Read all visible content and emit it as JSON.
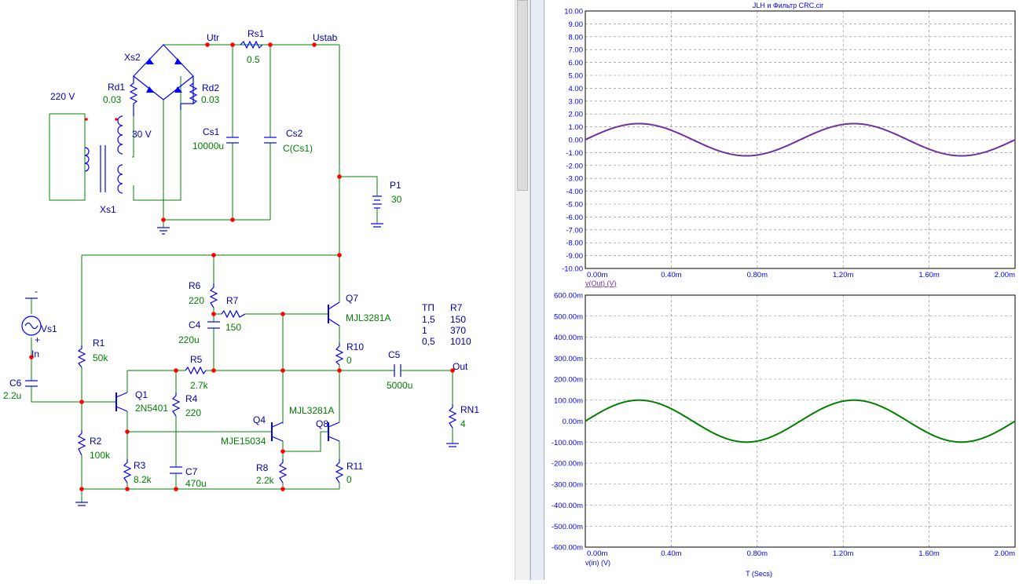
{
  "colors": {
    "wire": "#008000",
    "component": "#0000ff",
    "component_label": "#0000aa",
    "value_label": "#008000",
    "node_dot": "#ff0000",
    "plot_axis_text": "#0000ff",
    "trace_top": "#7030a0",
    "trace_bottom": "#008000",
    "plot_grid": "#808080"
  },
  "schematic": {
    "nodes": {
      "utr": "Utr",
      "ustab": "Ustab",
      "in": "In",
      "out": "Out"
    },
    "xs2": {
      "name": "Xs2"
    },
    "rd1": {
      "name": "Rd1",
      "value": "0.03"
    },
    "rd2": {
      "name": "Rd2",
      "value": "0.03"
    },
    "rs1": {
      "name": "Rs1",
      "value": "0.5"
    },
    "xs1": {
      "name": "Xs1",
      "primary": "220 V",
      "secondary": "30 V"
    },
    "cs1": {
      "name": "Cs1",
      "value": "10000u"
    },
    "cs2": {
      "name": "Cs2",
      "value": "C(Cs1)"
    },
    "p1": {
      "name": "P1",
      "value": "30"
    },
    "vs1": {
      "name": "Vs1",
      "minus": "-",
      "plus": "+"
    },
    "r1": {
      "name": "R1",
      "value": "50k"
    },
    "r2": {
      "name": "R2",
      "value": "100k"
    },
    "r3": {
      "name": "R3",
      "value": "8.2k"
    },
    "r4": {
      "name": "R4",
      "value": "220"
    },
    "r5": {
      "name": "R5",
      "value": "2.7k"
    },
    "r6": {
      "name": "R6",
      "value": "220"
    },
    "r7": {
      "name": "R7",
      "value": "150"
    },
    "r8": {
      "name": "R8",
      "value": "2.2k"
    },
    "r10": {
      "name": "R10",
      "value": "0"
    },
    "r11": {
      "name": "R11",
      "value": "0"
    },
    "c4": {
      "name": "C4",
      "value": "220u"
    },
    "c5": {
      "name": "C5",
      "value": "5000u"
    },
    "c6": {
      "name": "C6",
      "value": "2.2u"
    },
    "c7": {
      "name": "C7",
      "value": "470u"
    },
    "q1": {
      "name": "Q1",
      "model": "2N5401"
    },
    "q4": {
      "name": "Q4",
      "model": "MJE15034"
    },
    "q7": {
      "name": "Q7",
      "model": "MJL3281A"
    },
    "q8": {
      "name": "Q8",
      "model": "MJL3281A"
    },
    "rn1": {
      "name": "RN1",
      "value": "4"
    },
    "table": {
      "headers": [
        "ТП",
        "R7"
      ],
      "rows": [
        [
          "1,5",
          "150"
        ],
        [
          "1",
          "370"
        ],
        [
          "0,5",
          "1010"
        ]
      ]
    }
  },
  "plot_window": {
    "title": "JLH и Фильтр CRC.cir",
    "xlabel": "T (Secs)"
  },
  "chart_data": [
    {
      "type": "line",
      "title": "JLH и Фильтр CRC.cir",
      "xlabel": "",
      "ylabel": "v(Out) (V)",
      "x_ticks": [
        "0.00m",
        "0.40m",
        "0.80m",
        "1.20m",
        "1.60m",
        "2.00m"
      ],
      "y_ticks": [
        "10.00",
        "9.00",
        "8.00",
        "7.00",
        "6.00",
        "5.00",
        "4.00",
        "3.00",
        "2.00",
        "1.00",
        "0.00",
        "-1.00",
        "-2.00",
        "-3.00",
        "-4.00",
        "-5.00",
        "-6.00",
        "-7.00",
        "-8.00",
        "-9.00",
        "-10.00"
      ],
      "xlim": [
        0,
        2.0
      ],
      "ylim": [
        -10,
        10
      ],
      "grid": true,
      "series": [
        {
          "name": "v(Out) (V)",
          "color": "#7030a0",
          "amplitude": 1.25,
          "x_ms": [
            0,
            0.1,
            0.2,
            0.25,
            0.3,
            0.4,
            0.5,
            0.6,
            0.7,
            0.75,
            0.8,
            0.9,
            1.0,
            1.1,
            1.2,
            1.25,
            1.3,
            1.4,
            1.5,
            1.6,
            1.7,
            1.75,
            1.8,
            1.9,
            2.0
          ],
          "values": [
            0,
            0.73,
            1.19,
            1.25,
            1.19,
            0.73,
            0,
            -0.73,
            -1.19,
            -1.25,
            -1.19,
            -0.73,
            0,
            0.73,
            1.19,
            1.25,
            1.19,
            0.73,
            0,
            -0.73,
            -1.19,
            -1.25,
            -1.19,
            -0.73,
            0
          ]
        }
      ]
    },
    {
      "type": "line",
      "title": "",
      "xlabel": "T (Secs)",
      "ylabel": "v(in) (V)",
      "x_ticks": [
        "0.00m",
        "0.40m",
        "0.80m",
        "1.20m",
        "1.60m",
        "2.00m"
      ],
      "y_ticks": [
        "600.00m",
        "500.00m",
        "400.00m",
        "300.00m",
        "200.00m",
        "100.00m",
        "0.00m",
        "-100.00m",
        "-200.00m",
        "-300.00m",
        "-400.00m",
        "-500.00m",
        "-600.00m"
      ],
      "xlim": [
        0,
        2.0
      ],
      "ylim": [
        -600,
        600
      ],
      "grid": true,
      "series": [
        {
          "name": "v(in) (V)",
          "color": "#008000",
          "amplitude": 100,
          "x_ms": [
            0,
            0.1,
            0.2,
            0.25,
            0.3,
            0.4,
            0.5,
            0.6,
            0.7,
            0.75,
            0.8,
            0.9,
            1.0,
            1.1,
            1.2,
            1.25,
            1.3,
            1.4,
            1.5,
            1.6,
            1.7,
            1.75,
            1.8,
            1.9,
            2.0
          ],
          "values": [
            0,
            58.8,
            95.1,
            100,
            95.1,
            58.8,
            0,
            -58.8,
            -95.1,
            -100,
            -95.1,
            -58.8,
            0,
            58.8,
            95.1,
            100,
            95.1,
            58.8,
            0,
            -58.8,
            -95.1,
            -100,
            -95.1,
            -58.8,
            0
          ]
        }
      ]
    }
  ]
}
